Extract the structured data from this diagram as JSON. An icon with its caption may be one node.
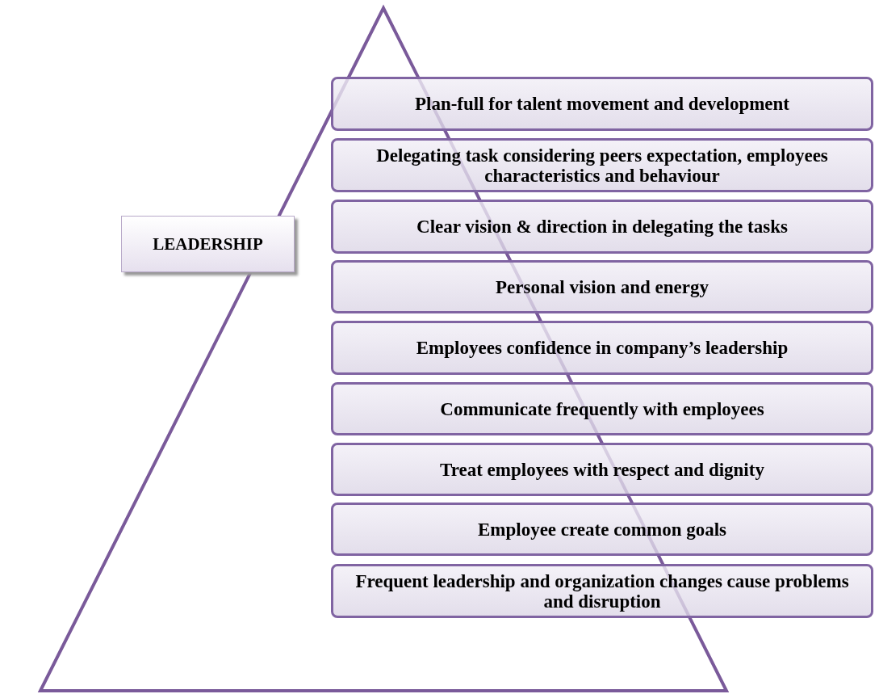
{
  "diagram": {
    "nodes": [
      {
        "text": [],
        "shape": "triangle"
      },
      {
        "text": [
          "LEADERSHIP"
        ]
      },
      {
        "text": [
          "Plan-full for talent movement and development"
        ]
      },
      {
        "text": [
          "Delegating task considering peers expectation, employees characteristics and behaviour"
        ]
      },
      {
        "text": [
          "Clear vision & direction in delegating the tasks"
        ]
      },
      {
        "text": [
          "Personal vision and energy"
        ]
      },
      {
        "text": [
          "Employees confidence in company’s leadership"
        ]
      },
      {
        "text": [
          "Communicate frequently with employees"
        ]
      },
      {
        "text": [
          "Treat employees with respect and dignity"
        ]
      },
      {
        "text": [
          "Employee create common goals"
        ]
      },
      {
        "text": [
          "Frequent leadership and organization changes cause problems and disruption"
        ]
      }
    ]
  }
}
